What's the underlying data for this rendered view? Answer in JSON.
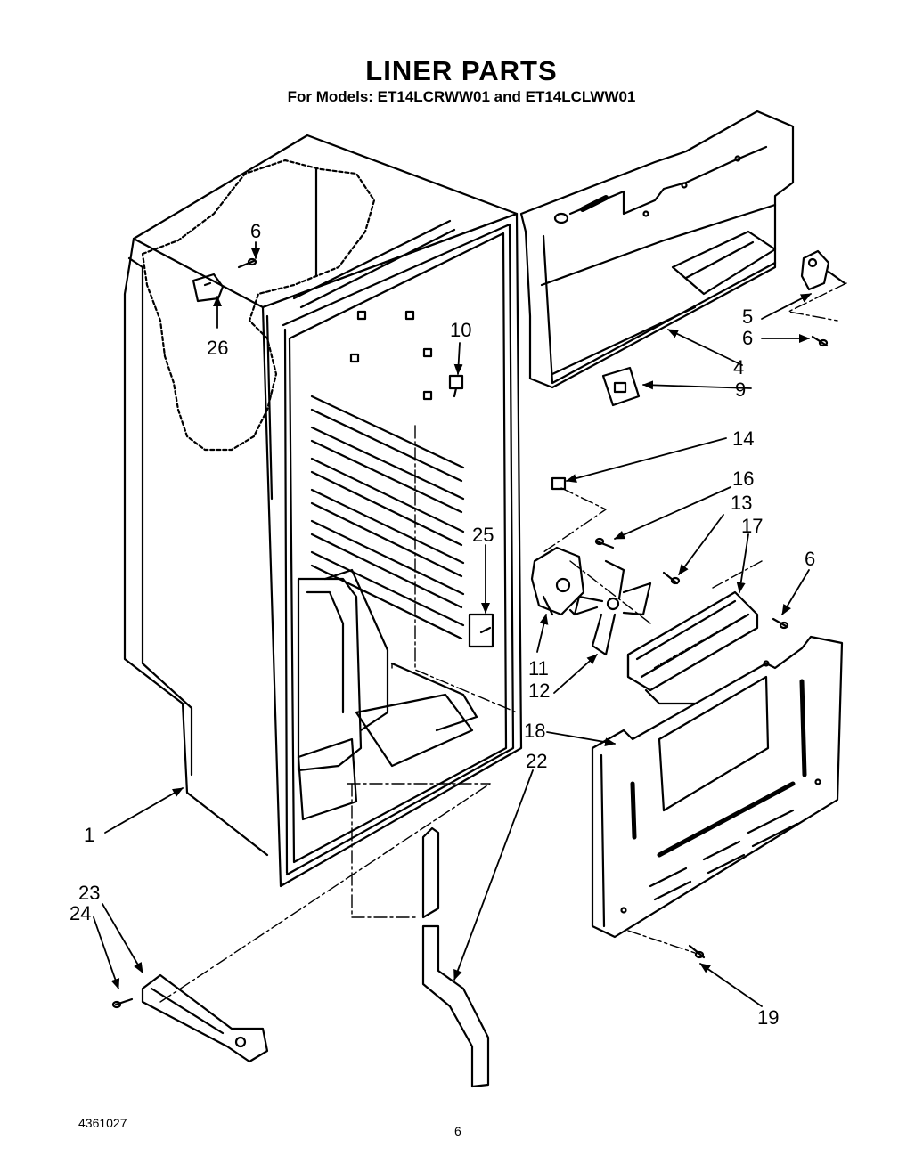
{
  "title": "LINER PARTS",
  "subtitle": "For Models: ET14LCRWW01 and ET14LCLWW01",
  "doc_number": "4361027",
  "page_number": "6",
  "callouts": {
    "c1": "1",
    "c4": "4",
    "c5": "5",
    "c6a": "6",
    "c6b": "6",
    "c6c": "6",
    "c9": "9",
    "c10": "10",
    "c11": "11",
    "c12": "12",
    "c13": "13",
    "c14": "14",
    "c16": "16",
    "c17": "17",
    "c18": "18",
    "c19": "19",
    "c22": "22",
    "c23": "23",
    "c24": "24",
    "c25": "25",
    "c26": "26"
  }
}
